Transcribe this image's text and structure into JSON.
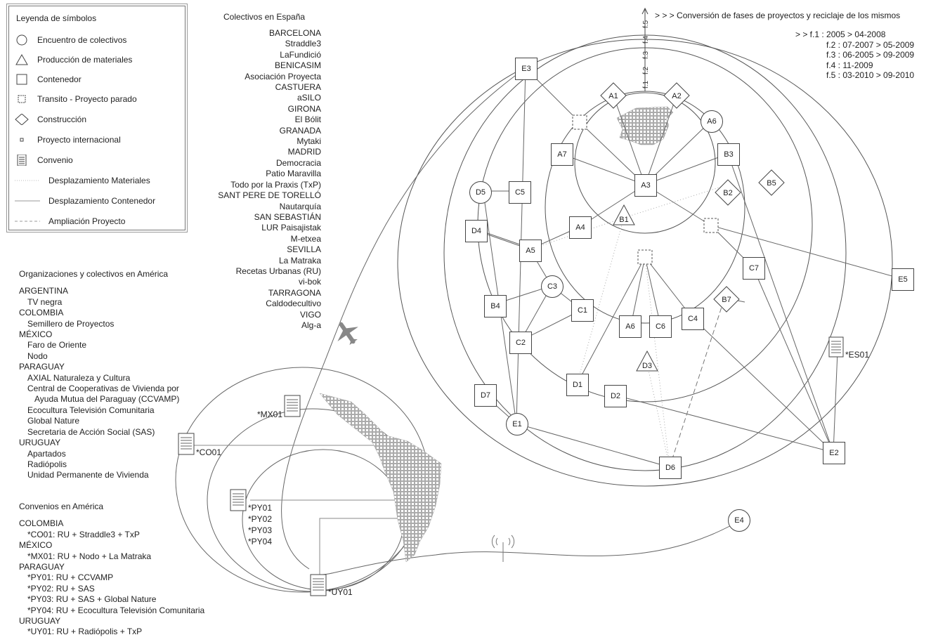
{
  "legend": {
    "title": "Leyenda de símbolos",
    "items": [
      {
        "icon": "circle-icon",
        "label": "Encuentro de colectivos"
      },
      {
        "icon": "triangle-icon",
        "label": "Producción de materiales"
      },
      {
        "icon": "square-icon",
        "label": "Contenedor"
      },
      {
        "icon": "dashed-square-icon",
        "label": "Transito - Proyecto parado"
      },
      {
        "icon": "diamond-icon",
        "label": "Construcción"
      },
      {
        "icon": "dot-icon",
        "label": "Proyecto internacional"
      },
      {
        "icon": "document-icon",
        "label": "Convenio"
      },
      {
        "icon": "dotted-line-icon",
        "label": "Desplazamiento Materiales"
      },
      {
        "icon": "solid-line-icon",
        "label": "Desplazamiento Contenedor"
      },
      {
        "icon": "dashed-line-icon",
        "label": "Ampliación Proyecto"
      }
    ]
  },
  "spain": {
    "title": "Colectivos en España",
    "lines": [
      "BARCELONA",
      "Straddle3",
      "LaFundició",
      "BENICASIM",
      "Asociación Proyecta",
      "CASTUERA",
      "aSILO",
      "GIRONA",
      "El Bólit",
      "GRANADA",
      "Mytaki",
      "MADRID",
      "Democracia",
      "Patio Maravilla",
      "Todo por la Praxis (TxP)",
      "SANT PERE DE TORELLÓ",
      "Nautarquía",
      "SAN SEBASTIÁN",
      "LUR Paisajistak",
      "M-etxea",
      "SEVILLA",
      "La Matraka",
      "Recetas Urbanas (RU)",
      "vi-bok",
      "TARRAGONA",
      "Caldodecultivo",
      "VIGO",
      "Alg-a"
    ]
  },
  "america": {
    "title": "Organizaciones y colectivos en América",
    "lines": [
      {
        "text": "ARGENTINA",
        "lvl": 0
      },
      {
        "text": "TV negra",
        "lvl": 1
      },
      {
        "text": "COLOMBIA",
        "lvl": 0
      },
      {
        "text": "Semillero de Proyectos",
        "lvl": 1
      },
      {
        "text": "MÉXICO",
        "lvl": 0
      },
      {
        "text": "Faro de Oriente",
        "lvl": 1
      },
      {
        "text": "Nodo",
        "lvl": 1
      },
      {
        "text": "PARAGUAY",
        "lvl": 0
      },
      {
        "text": "AXIAL Naturaleza y Cultura",
        "lvl": 1
      },
      {
        "text": "Central de Cooperativas de Vivienda por",
        "lvl": 1
      },
      {
        "text": "Ayuda Mutua del Paraguay (CCVAMP)",
        "lvl": 2
      },
      {
        "text": "Ecocultura Televisión Comunitaria",
        "lvl": 1
      },
      {
        "text": "Global Nature",
        "lvl": 1
      },
      {
        "text": "Secretaria de Acción Social (SAS)",
        "lvl": 1
      },
      {
        "text": "URUGUAY",
        "lvl": 0
      },
      {
        "text": "Apartados",
        "lvl": 1
      },
      {
        "text": "Radiópolis",
        "lvl": 1
      },
      {
        "text": "Unidad Permanente de Vivienda",
        "lvl": 1
      }
    ]
  },
  "convenios": {
    "title": "Convenios en América",
    "lines": [
      {
        "text": "COLOMBIA",
        "lvl": 0
      },
      {
        "text": "*CO01: RU + Straddle3 + TxP",
        "lvl": 1
      },
      {
        "text": "MÉXICO",
        "lvl": 0
      },
      {
        "text": "*MX01: RU + Nodo + La Matraka",
        "lvl": 1
      },
      {
        "text": "PARAGUAY",
        "lvl": 0
      },
      {
        "text": "*PY01: RU + CCVAMP",
        "lvl": 1
      },
      {
        "text": "*PY02: RU + SAS",
        "lvl": 1
      },
      {
        "text": "*PY03: RU + SAS + Global Nature",
        "lvl": 1
      },
      {
        "text": "*PY04: RU + Ecocultura Televisión Comunitaria",
        "lvl": 1
      },
      {
        "text": "URUGUAY",
        "lvl": 0
      },
      {
        "text": "*UY01: RU + Radiópolis + TxP",
        "lvl": 1
      }
    ]
  },
  "phases": {
    "title": "> > > Conversión de fases de proyectos y reciclaje de los mismos",
    "axis_labels": [
      "f.1",
      "f.2",
      "f.3",
      "f.4",
      "f.5"
    ],
    "list": [
      "> > f.1 :     2005 > 04-2008",
      "f.2 : 07-2007 > 05-2009",
      "f.3 : 06-2005 > 09-2009",
      "f.4 : 11-2009",
      "f.5 : 03-2010 > 09-2010"
    ]
  },
  "nodes": {
    "A1": "A1",
    "A2": "A2",
    "A3": "A3",
    "A4": "A4",
    "A5": "A5",
    "A6": "A6",
    "A6b": "A6",
    "A7": "A7",
    "B1": "B1",
    "B2": "B2",
    "B3": "B3",
    "B4": "B4",
    "B5": "B5",
    "B7": "B7",
    "C1": "C1",
    "C2": "C2",
    "C3": "C3",
    "C4": "C4",
    "C5": "C5",
    "C6": "C6",
    "C7": "C7",
    "D1": "D1",
    "D2": "D2",
    "D3": "D3",
    "D4": "D4",
    "D5": "D5",
    "D6": "D6",
    "D7": "D7",
    "E1": "E1",
    "E2": "E2",
    "E3": "E3",
    "E4": "E4",
    "E5": "E5"
  },
  "conventions": {
    "mx01": "*MX01",
    "co01": "*CO01",
    "py": [
      "*PY01",
      "*PY02",
      "*PY03",
      "*PY04"
    ],
    "uy01": "*UY01",
    "es01": "*ES01"
  }
}
